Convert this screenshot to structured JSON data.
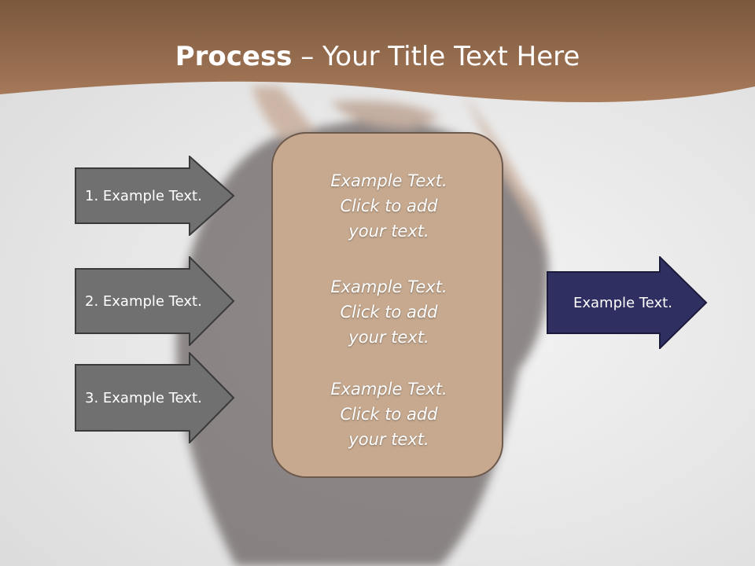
{
  "slide": {
    "title_bold": "Process",
    "title_rest": " – Your Title Text Here"
  },
  "left_arrows": [
    {
      "label": "1. Example Text."
    },
    {
      "label": "2. Example Text."
    },
    {
      "label": "3. Example Text."
    }
  ],
  "center_box": {
    "blocks": [
      {
        "lines": [
          "Example Text.",
          "Click  to add",
          "your text."
        ]
      },
      {
        "lines": [
          "Example Text.",
          "Click  to add",
          "your text."
        ]
      },
      {
        "lines": [
          "Example Text.",
          "Click  to add",
          "your text."
        ]
      }
    ]
  },
  "right_arrow": {
    "label": "Example Text."
  },
  "colors": {
    "banner": "#9a6a4a",
    "gray_arrow": "#707070",
    "center_fill": "#c6a98f",
    "navy_arrow": "#2f2f62"
  }
}
